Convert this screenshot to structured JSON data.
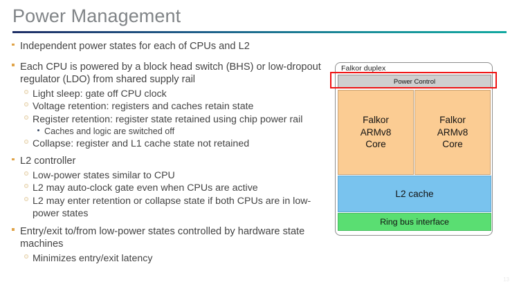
{
  "slide": {
    "title": "Power Management",
    "page_number": "13",
    "accent_gradient_from": "#1f2f66",
    "accent_gradient_to": "#12a8a0",
    "title_color": "#808487",
    "body_text_color": "#434343",
    "bullet_color": "#e0a44a"
  },
  "bullets": [
    {
      "level": 1,
      "text": "Independent power states for each of CPUs and L2"
    },
    {
      "level": 1,
      "text": "Each CPU is powered by a block head switch (BHS) or low-dropout regulator (LDO) from shared supply rail"
    },
    {
      "level": 2,
      "text": "Light sleep: gate off CPU clock"
    },
    {
      "level": 2,
      "text": "Voltage retention: registers and caches retain state"
    },
    {
      "level": 2,
      "text": "Register retention: register state retained using chip power rail"
    },
    {
      "level": 3,
      "text": "Caches and logic are switched off"
    },
    {
      "level": 2,
      "text": "Collapse: register and L1 cache state not retained"
    },
    {
      "level": 1,
      "text": "L2 controller"
    },
    {
      "level": 2,
      "text": "Low-power states similar to CPU"
    },
    {
      "level": 2,
      "text": "L2 may auto-clock gate even when CPUs are active"
    },
    {
      "level": 2,
      "text": "L2 may enter retention or collapse state if both CPUs are in low-power states"
    },
    {
      "level": 1,
      "text": "Entry/exit to/from low-power states controlled by hardware state machines"
    },
    {
      "level": 2,
      "text": "Minimizes entry/exit latency"
    }
  ],
  "diagram": {
    "label": "Falkor duplex",
    "power_control": {
      "label": "Power Control",
      "color": "#cfcfcf"
    },
    "core_left": {
      "line1": "Falkor",
      "line2": "ARMv8",
      "line3": "Core",
      "color": "#fbcc93"
    },
    "core_right": {
      "line1": "Falkor",
      "line2": "ARMv8",
      "line3": "Core",
      "color": "#fbcc93"
    },
    "l2_cache": {
      "label": "L2 cache",
      "color": "#79c3ee"
    },
    "ring_bus": {
      "label": "Ring bus interface",
      "color": "#5ade72"
    },
    "highlight": {
      "name": "power-control-highlight",
      "color": "#ee1111"
    }
  }
}
